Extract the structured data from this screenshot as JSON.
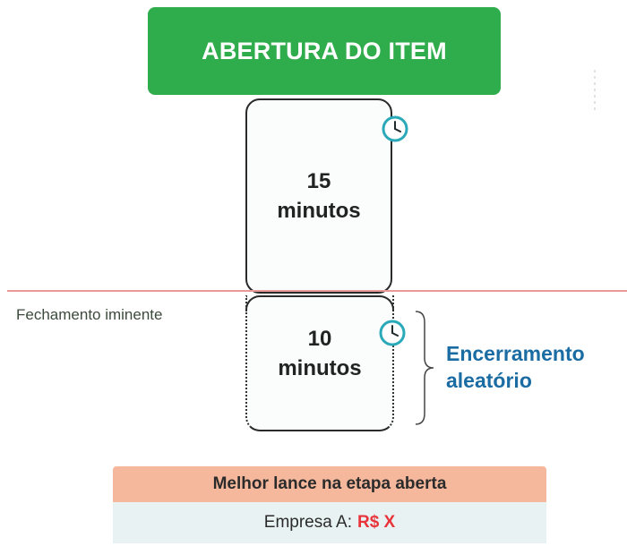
{
  "header": {
    "title": "ABERTURA DO ITEM"
  },
  "stage_open": {
    "number": "15",
    "unit": "minutos",
    "icon": "clock-icon"
  },
  "stage_imminent": {
    "label": "Fechamento iminente",
    "number": "10",
    "unit": "minutos",
    "icon": "clock-icon"
  },
  "random_closing": {
    "line1": "Encerramento",
    "line2": "aleatório"
  },
  "best_bid": {
    "title": "Melhor lance na etapa aberta",
    "company": "Empresa A:",
    "value": "R$ X"
  },
  "colors": {
    "header_bg": "#2fac4c",
    "divider": "#e79a96",
    "clock": "#2aa9b8",
    "random_label": "#1b6ca3",
    "bid_title_bg": "#f5b89c",
    "bid_row_bg": "#e8f2f2",
    "bid_value": "#e8333a"
  }
}
